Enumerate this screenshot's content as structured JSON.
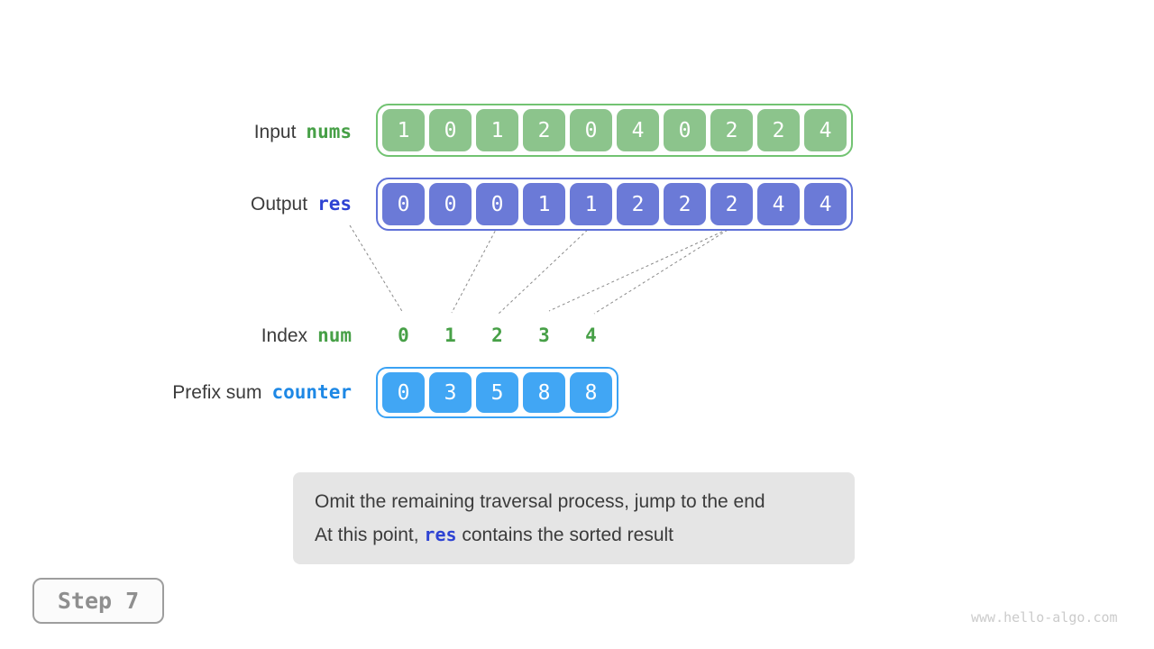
{
  "rows": {
    "input": {
      "label_plain": "Input",
      "label_code": "nums",
      "values": [
        "1",
        "0",
        "1",
        "2",
        "0",
        "4",
        "0",
        "2",
        "2",
        "4"
      ]
    },
    "output": {
      "label_plain": "Output",
      "label_code": "res",
      "values": [
        "0",
        "0",
        "0",
        "1",
        "1",
        "2",
        "2",
        "2",
        "4",
        "4"
      ]
    },
    "index": {
      "label_plain": "Index",
      "label_code": "num",
      "values": [
        "0",
        "1",
        "2",
        "3",
        "4"
      ]
    },
    "prefix": {
      "label_plain": "Prefix sum",
      "label_code": "counter",
      "values": [
        "0",
        "3",
        "5",
        "8",
        "8"
      ]
    }
  },
  "note": {
    "line1": "Omit the remaining traversal process, jump to the end",
    "line2_prefix": "At this point, ",
    "line2_code": "res",
    "line2_suffix": " contains the sorted result"
  },
  "step_label": "Step 7",
  "watermark": "www.hello-algo.com",
  "colors": {
    "dark_text": "#3b3b3b",
    "green_text": "#47a047",
    "green_box": "#8cc48c",
    "green_border": "#72c372",
    "indigo_text": "#2e43d3",
    "indigo_box": "#6b7ad7",
    "indigo_border": "#6072d8",
    "blue_text": "#1e88e5",
    "blue_box": "#41a6f4",
    "blue_border": "#3aa2f4",
    "line_gray": "#8a8a8a",
    "bubble_bg": "#e5e5e5",
    "step_border": "#9e9e9e",
    "step_text": "#8f8f8f",
    "watermark": "#cbcbcb"
  }
}
